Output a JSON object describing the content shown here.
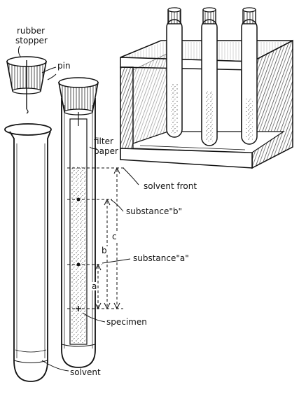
{
  "labels": {
    "rubber_stopper_line1": "rubber",
    "rubber_stopper_line2": "stopper",
    "pin": "pin",
    "filter_paper_line1": "filter",
    "filter_paper_line2": "paper",
    "solvent_front": "solvent front",
    "substance_b": "substance\"b\"",
    "substance_a": "substance\"a\"",
    "specimen": "specimen",
    "solvent": "solvent"
  },
  "dimensions": {
    "a": "a",
    "b": "b",
    "c": "c"
  },
  "colors": {
    "ink": "#111111",
    "paper": "#ffffff",
    "wood": "#2a2a2a"
  }
}
